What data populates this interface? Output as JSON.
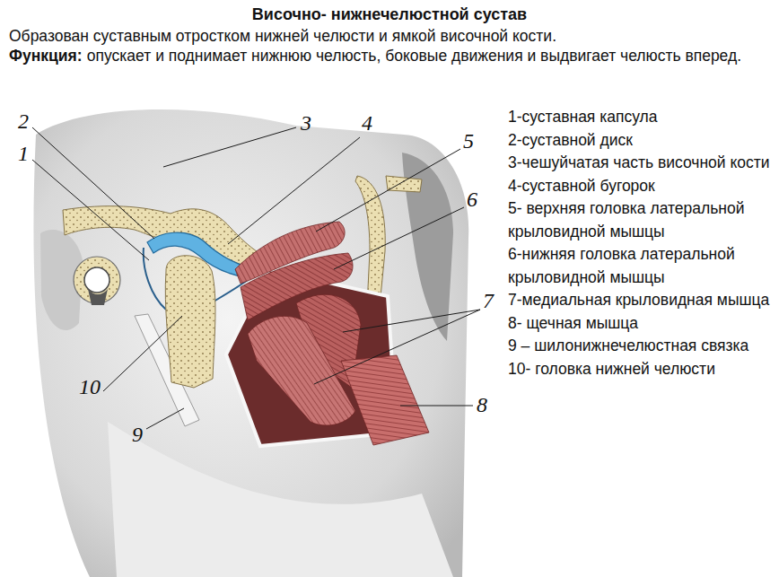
{
  "diagram": {
    "title": "Височно- нижнечелюстной сустав",
    "labels": [
      "Образован суставным отростком нижней челюсти и ямкой височной кости.",
      "Функция:",
      "опускает и поднимает нижнюю челюсть, боковые движения и выдвигает челюсть вперед.",
      "2",
      "3",
      "4",
      "5",
      "1",
      "6",
      "7",
      "10",
      "8",
      "9",
      "1-суставная капсула",
      "2-суставной диск",
      "3-чешуйчатая часть височной кости",
      "4-суставной бугорок",
      "5- верхняя головка латеральной крыловидной мышцы",
      "6-нижняя головка латеральной крыловидной мышцы",
      "7-медиальная крыловидная мышца",
      "8- щечная мышца",
      "9 – шилонижнечелюстная связка",
      "10- головка нижней челюсти"
    ]
  }
}
